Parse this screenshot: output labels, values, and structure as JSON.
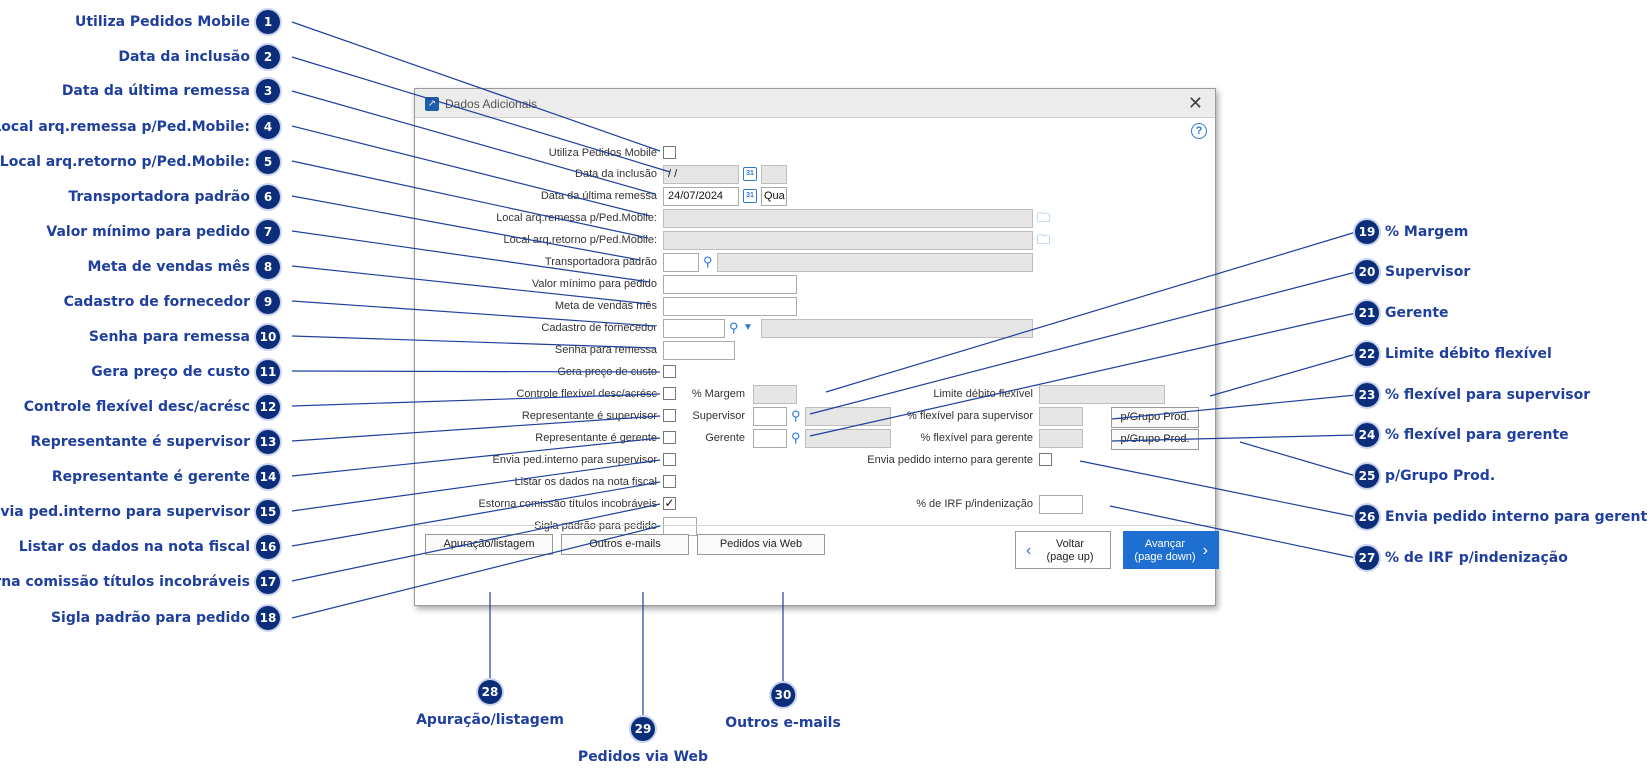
{
  "dialog": {
    "title": "Dados Adicionais",
    "labels": {
      "utiliza_pedidos_mobile": "Utiliza Pedidos Mobile",
      "data_inclusao": "Data da inclusão",
      "data_ultima_remessa": "Data da última remessa",
      "local_remessa": "Local arq.remessa p/Ped.Mobile:",
      "local_retorno": "Local arq.retorno p/Ped.Mobile:",
      "transportadora": "Transportadora padrão",
      "valor_minimo": "Valor mínimo para pedido",
      "meta_vendas": "Meta de vendas mês",
      "cadastro_fornecedor": "Cadastro de fornecedor",
      "senha_remessa": "Senha para remessa",
      "gera_preco_custo": "Gera preço de custo",
      "controle_flexivel": "Controle flexível desc/acrésc",
      "rep_supervisor": "Representante é supervisor",
      "rep_gerente": "Representante é gerente",
      "envia_ped_supervisor": "Envia ped.interno para supervisor",
      "listar_dados_nf": "Listar os dados na nota fiscal",
      "estorna_comissao": "Estorna comissão títulos incobráveis",
      "sigla_padrao": "Sigla padrão para pedido",
      "margem": "% Margem",
      "supervisor": "Supervisor",
      "gerente": "Gerente",
      "limite_debito": "Limite débito flexível",
      "flex_supervisor": "% flexível para supervisor",
      "flex_gerente": "% flexível para gerente",
      "envia_ped_gerente": "Envia pedido interno para gerente",
      "irf_indenizacao": "% de IRF p/indenização"
    },
    "values": {
      "data_inclusao": " /  /",
      "data_ultima_remessa": "24/07/2024",
      "dia_semana": "Qua"
    },
    "checks": {
      "estorna_comissao": "✓"
    },
    "buttons": {
      "grupo_prod_1": "p/Grupo Prod.",
      "grupo_prod_2": "p/Grupo Prod.",
      "apuracao": "Apuração/listagem",
      "outros_emails": "Outros e-mails",
      "pedidos_web": "Pedidos via Web",
      "voltar_1": "Voltar",
      "voltar_2": "(page up)",
      "avancar_1": "Avançar",
      "avancar_2": "(page down)"
    },
    "icons": [
      "close-icon",
      "help-icon",
      "calendar-icon",
      "folder-icon",
      "search-icon",
      "dropdown-icon"
    ]
  },
  "annotations_left": [
    {
      "n": "1",
      "text": "Utiliza Pedidos Mobile"
    },
    {
      "n": "2",
      "text": "Data da inclusão"
    },
    {
      "n": "3",
      "text": "Data da última remessa"
    },
    {
      "n": "4",
      "text": "Local arq.remessa p/Ped.Mobile:"
    },
    {
      "n": "5",
      "text": "Local arq.retorno p/Ped.Mobile:"
    },
    {
      "n": "6",
      "text": "Transportadora padrão"
    },
    {
      "n": "7",
      "text": "Valor mínimo para pedido"
    },
    {
      "n": "8",
      "text": "Meta de vendas mês"
    },
    {
      "n": "9",
      "text": "Cadastro de fornecedor"
    },
    {
      "n": "10",
      "text": "Senha para remessa"
    },
    {
      "n": "11",
      "text": "Gera preço de custo"
    },
    {
      "n": "12",
      "text": "Controle flexível desc/acrésc"
    },
    {
      "n": "13",
      "text": "Representante é supervisor"
    },
    {
      "n": "14",
      "text": "Representante é gerente"
    },
    {
      "n": "15",
      "text": "Envia ped.interno para supervisor"
    },
    {
      "n": "16",
      "text": "Listar os dados na nota fiscal"
    },
    {
      "n": "17",
      "text": "Estorna comissão títulos incobráveis"
    },
    {
      "n": "18",
      "text": "Sigla padrão para pedido"
    }
  ],
  "annotations_right": [
    {
      "n": "19",
      "text": "% Margem"
    },
    {
      "n": "20",
      "text": "Supervisor"
    },
    {
      "n": "21",
      "text": "Gerente"
    },
    {
      "n": "22",
      "text": "Limite débito flexível"
    },
    {
      "n": "23",
      "text": "% flexível para supervisor"
    },
    {
      "n": "24",
      "text": "% flexível para gerente"
    },
    {
      "n": "25",
      "text": "p/Grupo Prod."
    },
    {
      "n": "26",
      "text": "Envia pedido interno para gerente"
    },
    {
      "n": "27",
      "text": "% de IRF p/indenização"
    }
  ],
  "annotations_bottom": [
    {
      "n": "28",
      "text": "Apuração/listagem"
    },
    {
      "n": "29",
      "text": "Pedidos via Web"
    },
    {
      "n": "30",
      "text": "Outros e-mails"
    }
  ]
}
